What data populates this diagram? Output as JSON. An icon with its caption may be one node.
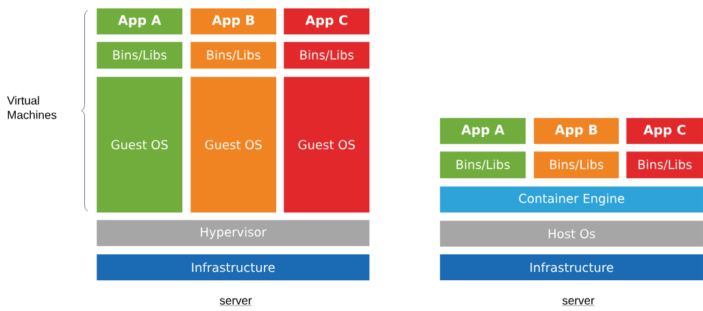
{
  "diagram": {
    "nodes": [
      {
        "text": [
          "App A"
        ]
      },
      {
        "text": [
          "App B"
        ]
      },
      {
        "text": [
          "App C"
        ]
      },
      {
        "text": [
          "Bins/Libs"
        ]
      },
      {
        "text": [
          "Bins/Libs"
        ]
      },
      {
        "text": [
          "Bins/Libs"
        ]
      },
      {
        "text": [
          "Guest OS"
        ]
      },
      {
        "text": [
          "Guest OS"
        ]
      },
      {
        "text": [
          "Guest OS"
        ]
      },
      {
        "text": [
          "Hypervisor"
        ]
      },
      {
        "text": [
          "Infrastructure"
        ]
      },
      {
        "text": [
          "App A"
        ]
      },
      {
        "text": [
          "App B"
        ]
      },
      {
        "text": [
          "App C"
        ]
      },
      {
        "text": [
          "Bins/Libs"
        ]
      },
      {
        "text": [
          "Bins/Libs"
        ]
      },
      {
        "text": [
          "Bins/Libs"
        ]
      },
      {
        "text": [
          "Container Engine"
        ]
      },
      {
        "text": [
          "Host Os"
        ]
      },
      {
        "text": [
          "Infrastructure"
        ]
      }
    ],
    "labels": [
      "Virtual Machines",
      "server",
      "server"
    ]
  }
}
